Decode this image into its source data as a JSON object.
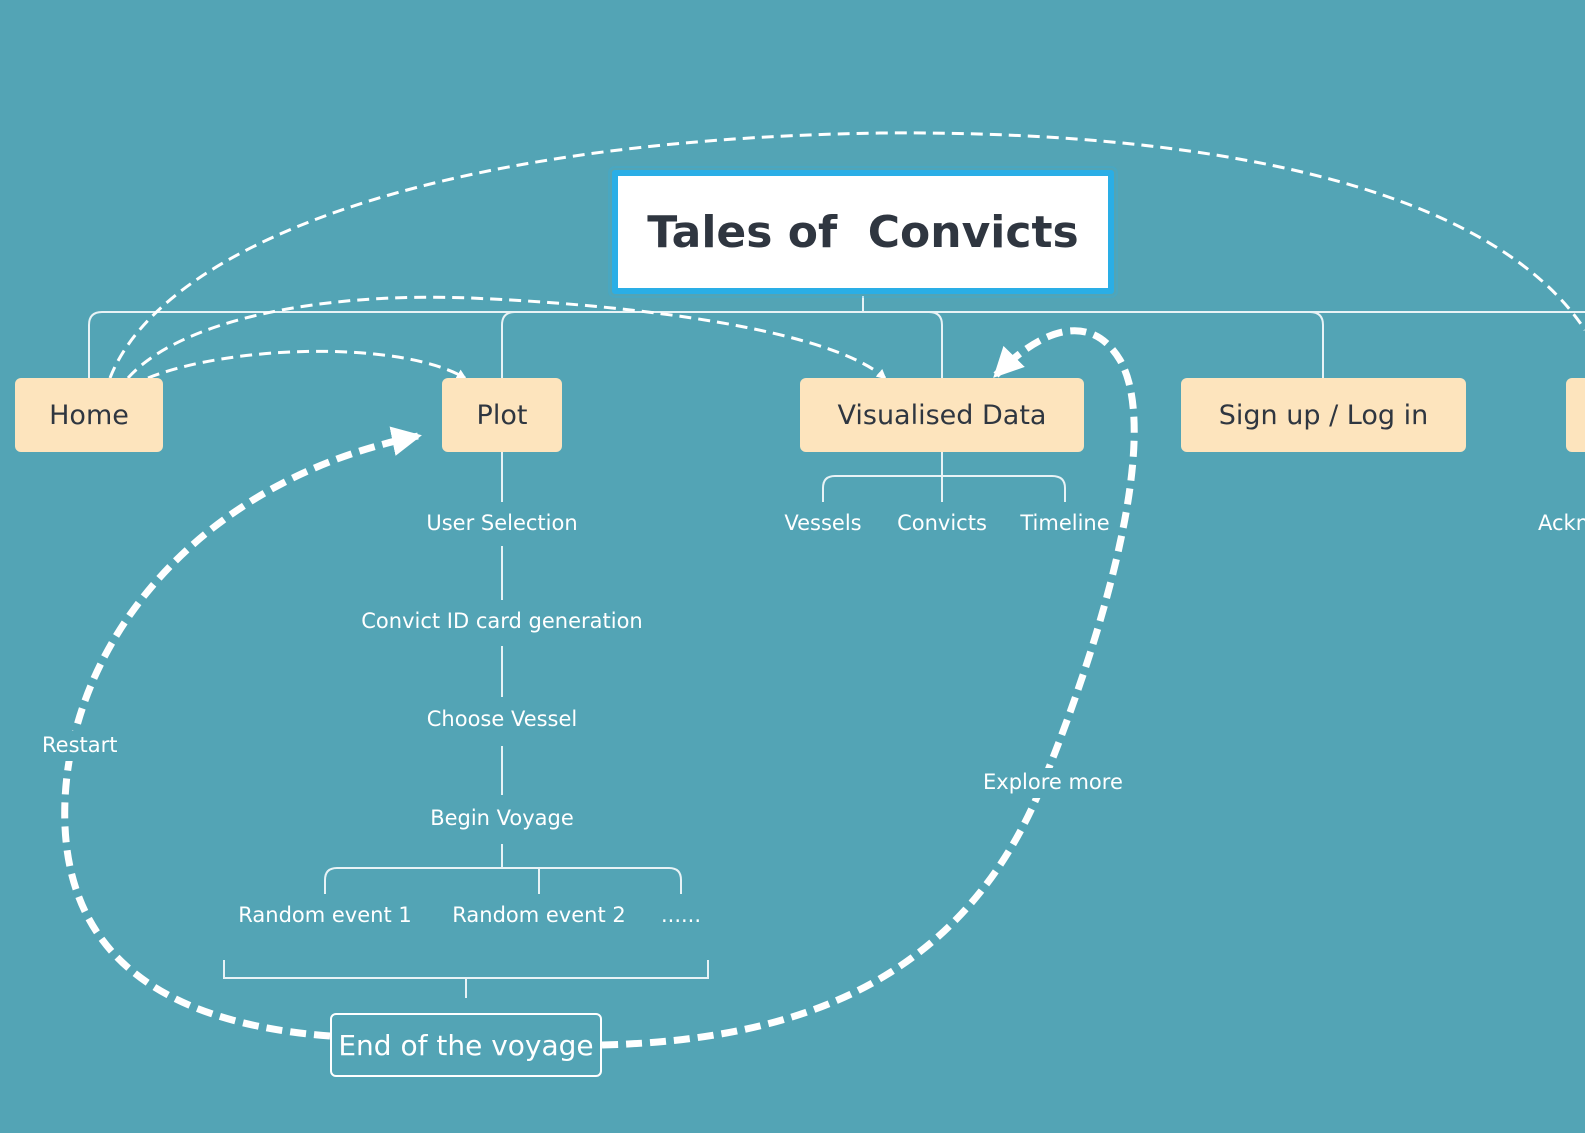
{
  "root": {
    "title": "Tales of  Convicts"
  },
  "nodes": {
    "home": "Home",
    "plot": "Plot",
    "visualised_data": "Visualised Data",
    "signup_login": "Sign up / Log in",
    "acknowledgements_partial": "Ackn"
  },
  "plot_steps": [
    "User Selection",
    "Convict ID card generation",
    "Choose Vessel",
    "Begin Voyage"
  ],
  "random_events": [
    "Random event 1",
    "Random event 2",
    "......"
  ],
  "visualised_children": [
    "Vessels",
    "Convicts",
    "Timeline"
  ],
  "end_node": "End of the voyage",
  "loop_labels": {
    "restart": "Restart",
    "explore_more": "Explore more"
  },
  "colors": {
    "background": "#53a4b5",
    "node_fill": "#fde4bd",
    "root_border": "#2aaee6",
    "connector": "#ffffff"
  }
}
